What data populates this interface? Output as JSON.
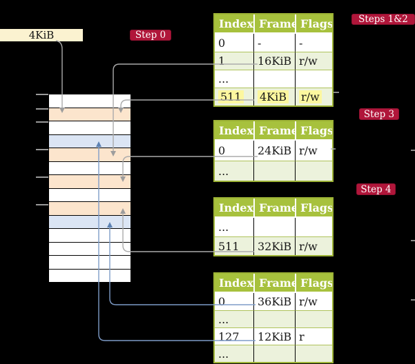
{
  "legend": {
    "frame_size_label": "4KiB"
  },
  "labels": {
    "step0": "Step 0",
    "steps12": "Steps 1&2",
    "step3": "Step 3",
    "step4": "Step 4"
  },
  "colors": {
    "crimson": "#b0163a",
    "header_green": "#a7c13d",
    "row_green": "#ecf2dc",
    "peach": "#fce5cd",
    "blue_frame": "#dbe5f4",
    "cream": "#fbf2d0",
    "highlight_yellow": "#fcf79f",
    "line_gray": "#ababab",
    "line_blue": "#7e9cc8"
  },
  "memory": {
    "rows": [
      {
        "color": "white"
      },
      {
        "color": "peach"
      },
      {
        "color": "white"
      },
      {
        "color": "blue"
      },
      {
        "color": "peach"
      },
      {
        "color": "white"
      },
      {
        "color": "peach"
      },
      {
        "color": "white"
      },
      {
        "color": "peach"
      },
      {
        "color": "blue"
      },
      {
        "color": "white"
      },
      {
        "color": "white"
      },
      {
        "color": "white"
      },
      {
        "color": "white"
      }
    ],
    "ticks_y": [
      136,
      157,
      176,
      216,
      256,
      296
    ]
  },
  "tables": [
    {
      "step": "Steps 1&2",
      "headers": [
        "Index",
        "Frame",
        "Flags"
      ],
      "rows": [
        {
          "cells": [
            "0",
            "-",
            "-"
          ],
          "shaded": false,
          "highlight": false
        },
        {
          "cells": [
            "1",
            "16KiB",
            "r/w"
          ],
          "shaded": true,
          "highlight": false
        },
        {
          "cells": [
            "...",
            "",
            ""
          ],
          "shaded": false,
          "highlight": false
        },
        {
          "cells": [
            "511",
            "4KiB",
            "r/w"
          ],
          "shaded": true,
          "highlight": true
        }
      ]
    },
    {
      "step": "Step 3",
      "headers": [
        "Index",
        "Frame",
        "Flags"
      ],
      "rows": [
        {
          "cells": [
            "0",
            "24KiB",
            "r/w"
          ],
          "shaded": false,
          "highlight": false
        },
        {
          "cells": [
            "...",
            "",
            ""
          ],
          "shaded": true,
          "highlight": false
        }
      ]
    },
    {
      "step": "Step 4",
      "headers": [
        "Index",
        "Frame",
        "Flags"
      ],
      "rows": [
        {
          "cells": [
            "...",
            "",
            ""
          ],
          "shaded": false,
          "highlight": false
        },
        {
          "cells": [
            "511",
            "32KiB",
            "r/w"
          ],
          "shaded": true,
          "highlight": false
        }
      ]
    },
    {
      "step": "",
      "headers": [
        "Index",
        "Frame",
        "Flags"
      ],
      "rows": [
        {
          "cells": [
            "0",
            "36KiB",
            "r/w"
          ],
          "shaded": false,
          "highlight": false
        },
        {
          "cells": [
            "...",
            "",
            ""
          ],
          "shaded": true,
          "highlight": false
        },
        {
          "cells": [
            "127",
            "12KiB",
            "r"
          ],
          "shaded": false,
          "highlight": false
        },
        {
          "cells": [
            "...",
            "",
            ""
          ],
          "shaded": true,
          "highlight": false
        }
      ]
    }
  ]
}
